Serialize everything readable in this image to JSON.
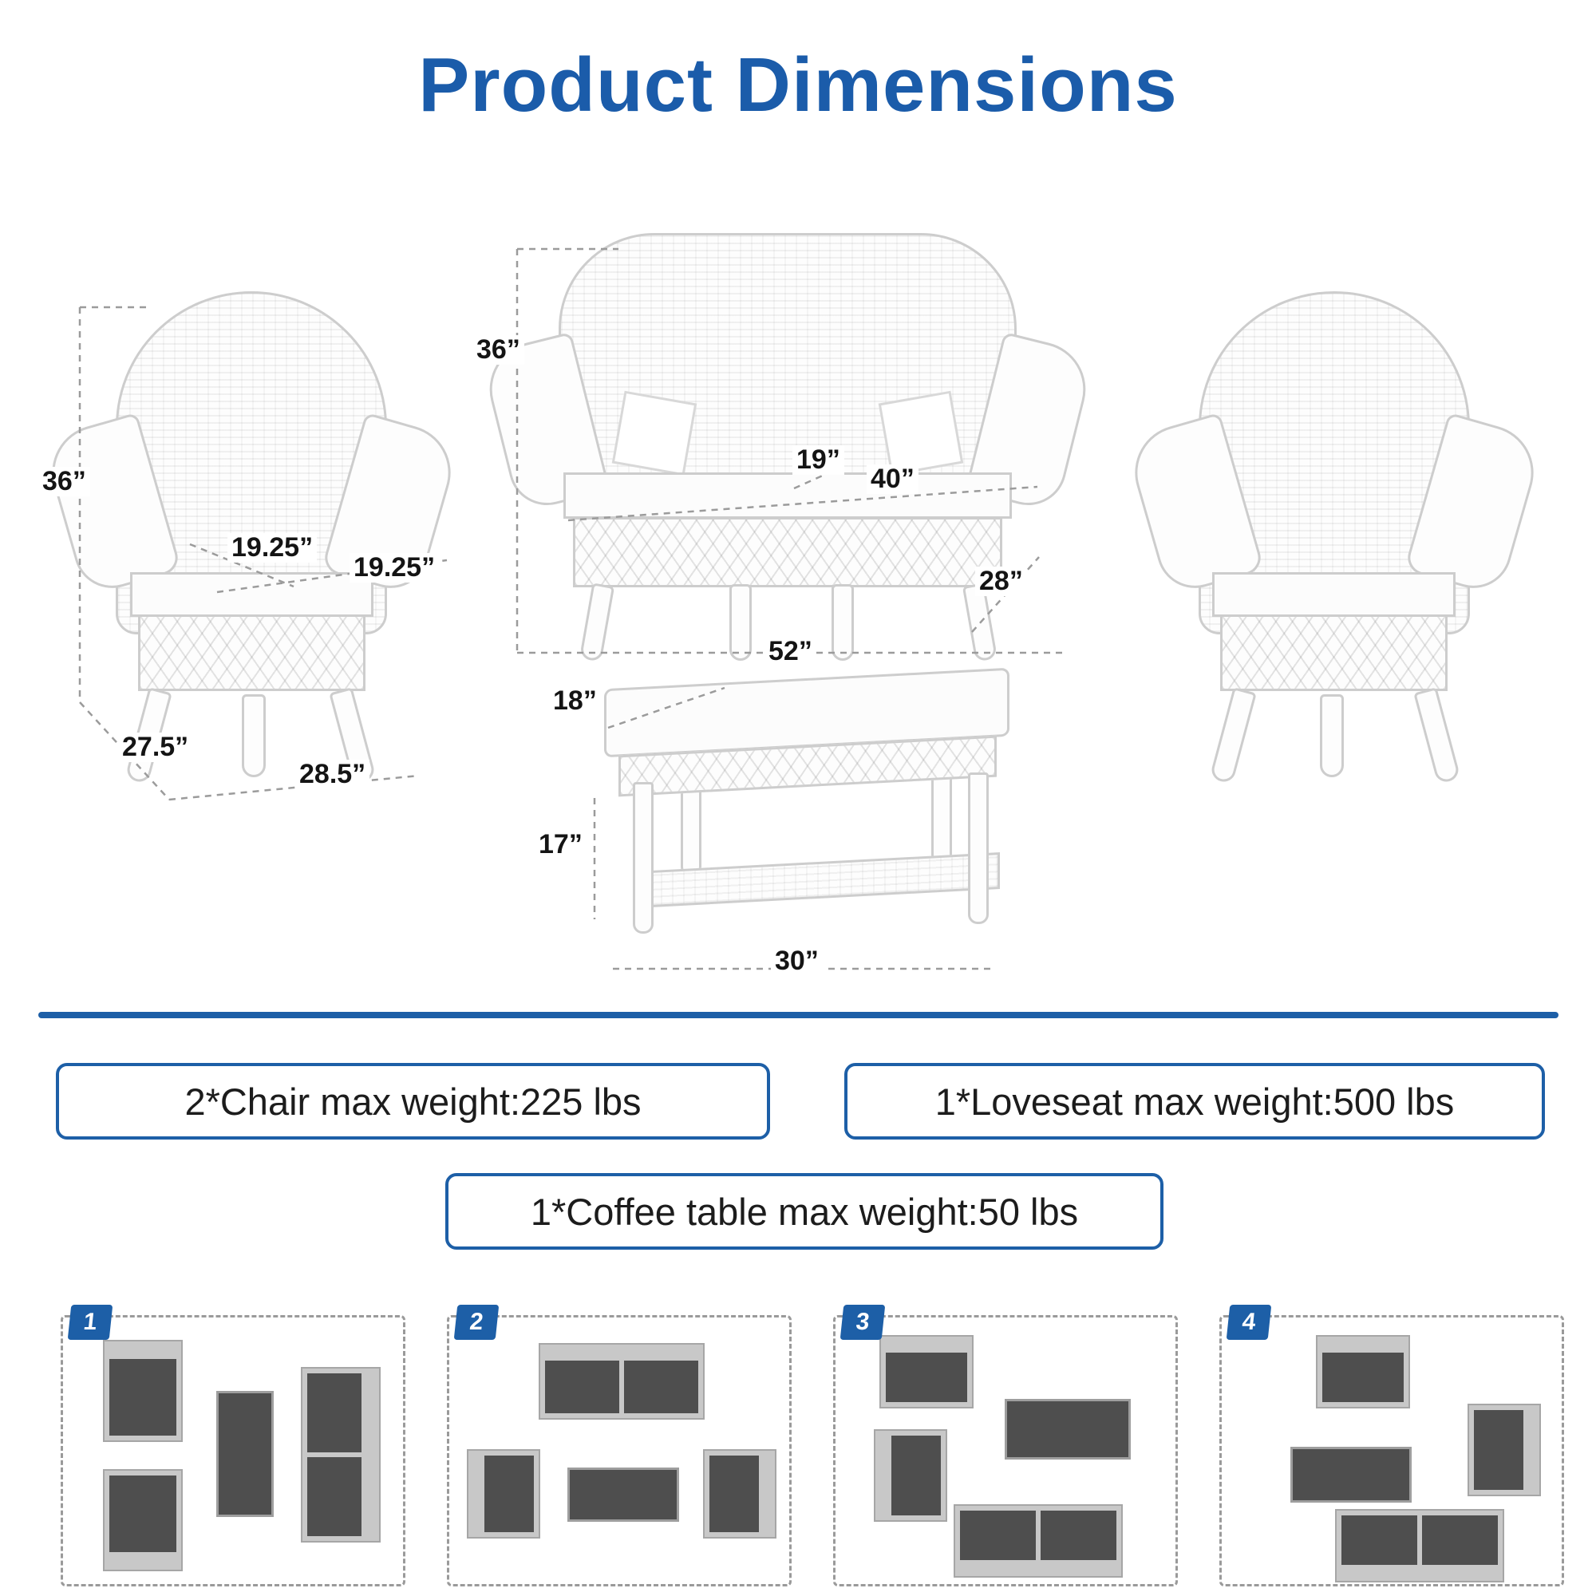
{
  "page": {
    "title": "Product Dimensions"
  },
  "colors": {
    "accent": "#1d5fa7",
    "title": "#1b5caa",
    "dim_text": "#141414",
    "layout_fill": "#4e4e4e"
  },
  "dimensions": {
    "chair": {
      "height": "36”",
      "seat_depth": "19.25”",
      "seat_width": "19.25”",
      "base_depth": "27.5”",
      "base_width": "28.5”"
    },
    "loveseat": {
      "height": "36”",
      "seat_depth": "19”",
      "seat_width": "40”",
      "base_depth": "28”",
      "base_width": "52”"
    },
    "coffee_table": {
      "top_depth": "18”",
      "leg_height": "17”",
      "width": "30”"
    }
  },
  "specs": {
    "chair": "2*Chair max weight:225 lbs",
    "loveseat": "1*Loveseat max weight:500 lbs",
    "coffee_table": "1*Coffee table max weight:50 lbs"
  },
  "layouts": [
    {
      "label": "1"
    },
    {
      "label": "2"
    },
    {
      "label": "3"
    },
    {
      "label": "4"
    }
  ]
}
